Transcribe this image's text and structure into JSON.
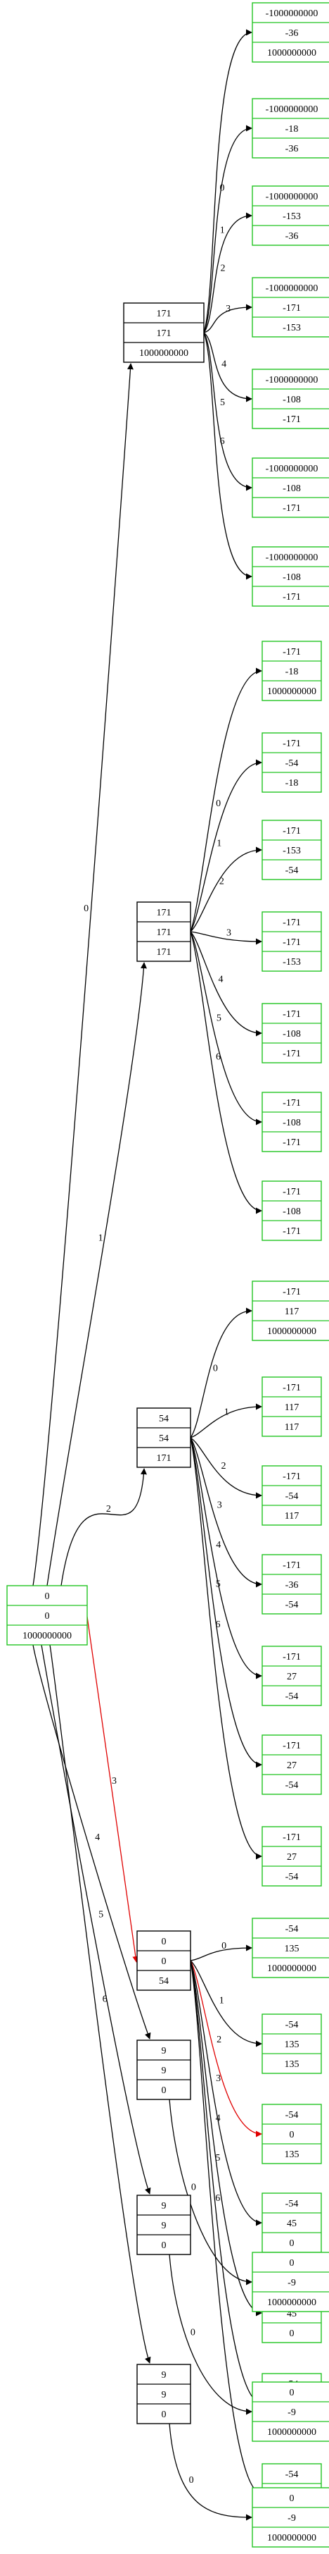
{
  "colors": {
    "leaf_border": "#22c422",
    "internal_border": "#000000",
    "edge": "#000000",
    "highlight_edge": "#e00000",
    "text": "#000000"
  },
  "nodes": [
    {
      "id": "root",
      "values": [
        "0",
        "0",
        "1000000000"
      ],
      "kind": "leaf"
    },
    {
      "id": "a",
      "values": [
        "171",
        "171",
        "1000000000"
      ],
      "kind": "internal"
    },
    {
      "id": "b",
      "values": [
        "171",
        "171",
        "171"
      ],
      "kind": "internal"
    },
    {
      "id": "c",
      "values": [
        "54",
        "54",
        "171"
      ],
      "kind": "internal"
    },
    {
      "id": "d",
      "values": [
        "0",
        "0",
        "54"
      ],
      "kind": "internal"
    },
    {
      "id": "e",
      "values": [
        "9",
        "9",
        "0"
      ],
      "kind": "internal"
    },
    {
      "id": "f",
      "values": [
        "9",
        "9",
        "0"
      ],
      "kind": "internal"
    },
    {
      "id": "g",
      "values": [
        "9",
        "9",
        "0"
      ],
      "kind": "internal"
    },
    {
      "id": "a0",
      "values": [
        "-1000000000",
        "-36",
        "1000000000"
      ],
      "kind": "leaf"
    },
    {
      "id": "a1",
      "values": [
        "-1000000000",
        "-18",
        "-36"
      ],
      "kind": "leaf"
    },
    {
      "id": "a2",
      "values": [
        "-1000000000",
        "-153",
        "-36"
      ],
      "kind": "leaf"
    },
    {
      "id": "a3",
      "values": [
        "-1000000000",
        "-171",
        "-153"
      ],
      "kind": "leaf"
    },
    {
      "id": "a4",
      "values": [
        "-1000000000",
        "-108",
        "-171"
      ],
      "kind": "leaf"
    },
    {
      "id": "a5",
      "values": [
        "-1000000000",
        "-108",
        "-171"
      ],
      "kind": "leaf"
    },
    {
      "id": "a6",
      "values": [
        "-1000000000",
        "-108",
        "-171"
      ],
      "kind": "leaf"
    },
    {
      "id": "b0",
      "values": [
        "-171",
        "-18",
        "1000000000"
      ],
      "kind": "leaf"
    },
    {
      "id": "b1",
      "values": [
        "-171",
        "-54",
        "-18"
      ],
      "kind": "leaf"
    },
    {
      "id": "b2",
      "values": [
        "-171",
        "-153",
        "-54"
      ],
      "kind": "leaf"
    },
    {
      "id": "b3",
      "values": [
        "-171",
        "-171",
        "-153"
      ],
      "kind": "leaf"
    },
    {
      "id": "b4",
      "values": [
        "-171",
        "-108",
        "-171"
      ],
      "kind": "leaf"
    },
    {
      "id": "b5",
      "values": [
        "-171",
        "-108",
        "-171"
      ],
      "kind": "leaf"
    },
    {
      "id": "b6",
      "values": [
        "-171",
        "-108",
        "-171"
      ],
      "kind": "leaf"
    },
    {
      "id": "c0",
      "values": [
        "-171",
        "117",
        "1000000000"
      ],
      "kind": "leaf"
    },
    {
      "id": "c1",
      "values": [
        "-171",
        "117",
        "117"
      ],
      "kind": "leaf"
    },
    {
      "id": "c2",
      "values": [
        "-171",
        "-54",
        "117"
      ],
      "kind": "leaf"
    },
    {
      "id": "c3",
      "values": [
        "-171",
        "-36",
        "-54"
      ],
      "kind": "leaf"
    },
    {
      "id": "c4",
      "values": [
        "-171",
        "27",
        "-54"
      ],
      "kind": "leaf"
    },
    {
      "id": "c5",
      "values": [
        "-171",
        "27",
        "-54"
      ],
      "kind": "leaf"
    },
    {
      "id": "c6",
      "values": [
        "-171",
        "27",
        "-54"
      ],
      "kind": "leaf"
    },
    {
      "id": "d0",
      "values": [
        "-54",
        "135",
        "1000000000"
      ],
      "kind": "leaf"
    },
    {
      "id": "d1",
      "values": [
        "-54",
        "135",
        "135"
      ],
      "kind": "leaf"
    },
    {
      "id": "d2",
      "values": [
        "-54",
        "0",
        "135"
      ],
      "kind": "leaf"
    },
    {
      "id": "d3",
      "values": [
        "-54",
        "45",
        "0"
      ],
      "kind": "leaf"
    },
    {
      "id": "d4",
      "values": [
        "-54",
        "45",
        "0"
      ],
      "kind": "leaf"
    },
    {
      "id": "d5",
      "values": [
        "-54",
        "45",
        "0"
      ],
      "kind": "leaf"
    },
    {
      "id": "d6",
      "values": [
        "-54",
        "45",
        "0"
      ],
      "kind": "leaf"
    },
    {
      "id": "e0",
      "values": [
        "0",
        "-9",
        "1000000000"
      ],
      "kind": "leaf"
    },
    {
      "id": "f0",
      "values": [
        "0",
        "-9",
        "1000000000"
      ],
      "kind": "leaf"
    },
    {
      "id": "g0",
      "values": [
        "0",
        "-9",
        "1000000000"
      ],
      "kind": "leaf"
    }
  ],
  "edges": [
    {
      "from": "root",
      "to": "a",
      "label": "0"
    },
    {
      "from": "root",
      "to": "b",
      "label": "1"
    },
    {
      "from": "root",
      "to": "c",
      "label": "2"
    },
    {
      "from": "root",
      "to": "d",
      "label": "3",
      "highlight": true
    },
    {
      "from": "root",
      "to": "e",
      "label": "4"
    },
    {
      "from": "root",
      "to": "f",
      "label": "5"
    },
    {
      "from": "root",
      "to": "g",
      "label": "6"
    },
    {
      "from": "a",
      "to": "a0",
      "label": "0"
    },
    {
      "from": "a",
      "to": "a1",
      "label": "1"
    },
    {
      "from": "a",
      "to": "a2",
      "label": "2"
    },
    {
      "from": "a",
      "to": "a3",
      "label": "3"
    },
    {
      "from": "a",
      "to": "a4",
      "label": "4"
    },
    {
      "from": "a",
      "to": "a5",
      "label": "5"
    },
    {
      "from": "a",
      "to": "a6",
      "label": "6"
    },
    {
      "from": "b",
      "to": "b0",
      "label": "0"
    },
    {
      "from": "b",
      "to": "b1",
      "label": "1"
    },
    {
      "from": "b",
      "to": "b2",
      "label": "2"
    },
    {
      "from": "b",
      "to": "b3",
      "label": "3"
    },
    {
      "from": "b",
      "to": "b4",
      "label": "4"
    },
    {
      "from": "b",
      "to": "b5",
      "label": "5"
    },
    {
      "from": "b",
      "to": "b6",
      "label": "6"
    },
    {
      "from": "c",
      "to": "c0",
      "label": "0"
    },
    {
      "from": "c",
      "to": "c1",
      "label": "1"
    },
    {
      "from": "c",
      "to": "c2",
      "label": "2"
    },
    {
      "from": "c",
      "to": "c3",
      "label": "3"
    },
    {
      "from": "c",
      "to": "c4",
      "label": "4"
    },
    {
      "from": "c",
      "to": "c5",
      "label": "5"
    },
    {
      "from": "c",
      "to": "c6",
      "label": "6"
    },
    {
      "from": "d",
      "to": "d0",
      "label": "0"
    },
    {
      "from": "d",
      "to": "d1",
      "label": "1"
    },
    {
      "from": "d",
      "to": "d2",
      "label": "2",
      "highlight": true
    },
    {
      "from": "d",
      "to": "d3",
      "label": "3"
    },
    {
      "from": "d",
      "to": "d4",
      "label": "4"
    },
    {
      "from": "d",
      "to": "d5",
      "label": "5"
    },
    {
      "from": "d",
      "to": "d6",
      "label": "6"
    },
    {
      "from": "e",
      "to": "e0",
      "label": "0"
    },
    {
      "from": "f",
      "to": "f0",
      "label": "0"
    },
    {
      "from": "g",
      "to": "g0",
      "label": "0"
    }
  ]
}
